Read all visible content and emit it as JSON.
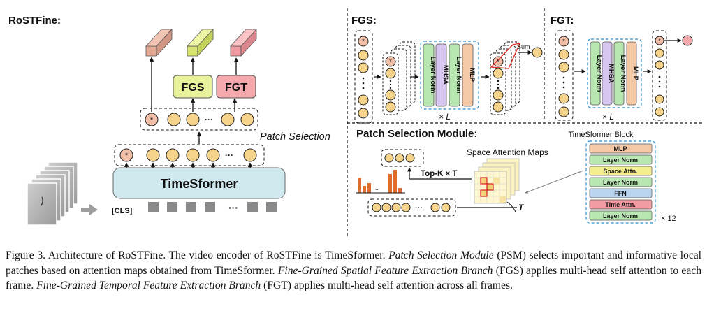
{
  "panels": {
    "rostfine": "RoSTFine:",
    "fgs": "FGS:",
    "fgt": "FGT:",
    "psm": "Patch Selection Module:"
  },
  "rostfine": {
    "encoder": "TimeSformer",
    "cls_label": "[CLS]",
    "dots": "···",
    "star": "*",
    "fgs_box": "FGS",
    "fgt_box": "FGT",
    "patch_selection_label": "Patch Selection"
  },
  "fgs": {
    "block_layers": [
      "Layer Norm",
      "MHSA",
      "Layer Norm",
      "MLP"
    ],
    "repeat": "× L",
    "sum": "Sum"
  },
  "fgt": {
    "block_layers": [
      "Layer Norm",
      "MHSA",
      "Layer Norm",
      "MLP"
    ],
    "repeat": "× L"
  },
  "psm": {
    "attention_maps": "Space Attention Maps",
    "topk": "Top-K × T",
    "t_label": "T",
    "block_title": "TimeSformer Block",
    "block_layers": [
      "MLP",
      "Layer Norm",
      "Space Attn.",
      "Layer Norm",
      "FFN",
      "Time Attn.",
      "Layer Norm"
    ],
    "repeat": "× 12",
    "bar_dots": ".."
  },
  "caption": {
    "p1": "Figure 3. Architecture of RoSTFine. The video encoder of RoSTFine is TimeSformer. ",
    "p2": "Patch Selection Module",
    "p3": " (PSM) selects important and informative local patches based on attention maps obtained from TimeSformer. ",
    "p4": "Fine-Grained Spatial Feature Extraction Branch",
    "p5": " (FGS) applies multi-head self attention to each frame. ",
    "p6": "Fine-Grained Temporal Feature Extraction Branch",
    "p7": " (FGT) applies multi-head self attention across all frames."
  },
  "colors": {
    "token_fill": "#f6d38a",
    "cls_fill": "#f2bfa8",
    "encoder_fill": "#cfe9ee",
    "fgs_fill": "#e8f29a",
    "fgt_fill": "#f5a9ad",
    "layernorm": "#b8e6b0",
    "mhsa": "#d7c6ef",
    "mlp": "#f6c9a6",
    "space_attn": "#f3ee8f",
    "ffn": "#b9d4ef",
    "time_attn": "#f29ba2",
    "bars": "#e06c2c"
  }
}
